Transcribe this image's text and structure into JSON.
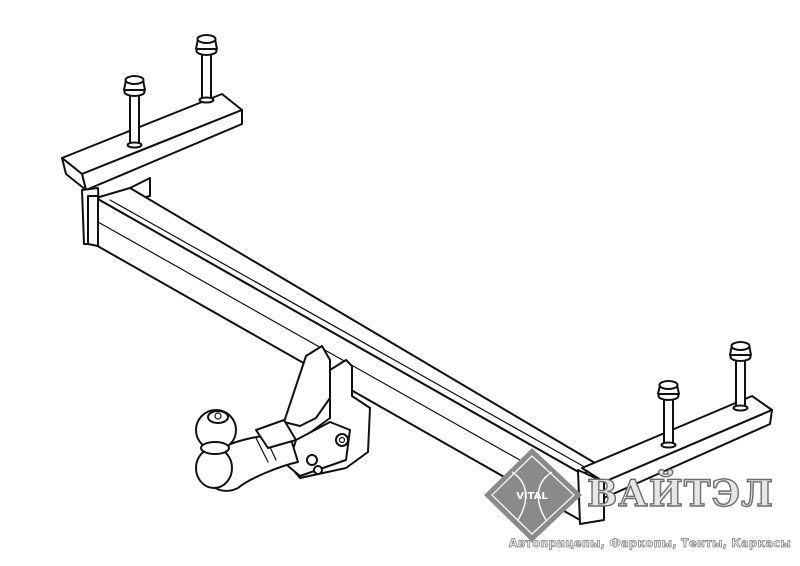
{
  "logo": {
    "emblem_text": "VITAL",
    "name": "ВАЙТЭЛ",
    "tagline": "Автоприцепы, Фаркопы, Тенты, Каркасы",
    "emblem_color": "#8a8a8a",
    "outline_color": "#111111"
  },
  "icons": {
    "emblem": "diamond-emblem-icon"
  }
}
